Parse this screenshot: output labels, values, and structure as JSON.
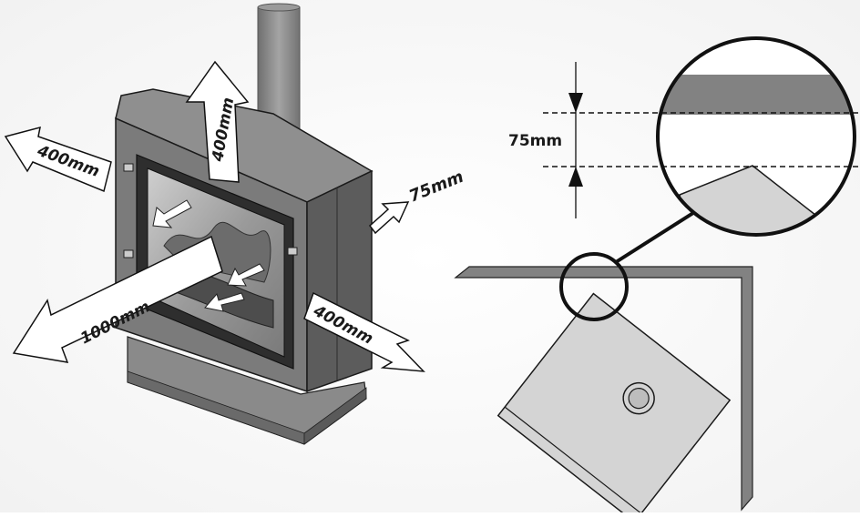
{
  "stove_clearances": {
    "top": "400mm",
    "left": "400mm",
    "right_side": "75mm",
    "front": "1000mm",
    "right_front": "400mm"
  },
  "corner_detail": {
    "gap_label": "75mm"
  },
  "colors": {
    "stove_body": "#7c7c7c",
    "stove_dark": "#3e3e3e",
    "flue": "#8a8a8a",
    "wall": "#808080",
    "stove_top_view": "#d4d4d4",
    "arrow_fill": "#ffffff",
    "outline": "#111111"
  }
}
